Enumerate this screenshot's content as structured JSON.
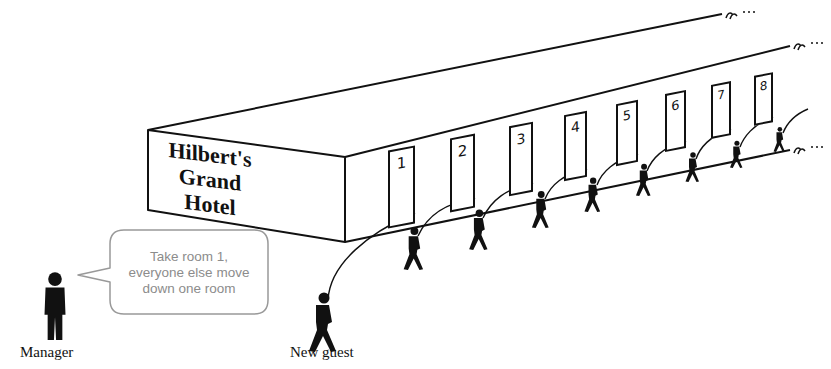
{
  "diagram": {
    "nodes": [
      {
        "text": [
          "Hilbert's Grand Hotel"
        ]
      },
      {
        "text": [
          "1"
        ]
      },
      {
        "text": [
          "2"
        ]
      },
      {
        "text": [
          "3"
        ]
      },
      {
        "text": [
          "4"
        ]
      },
      {
        "text": [
          "5"
        ]
      },
      {
        "text": [
          "6"
        ]
      },
      {
        "text": [
          "7"
        ]
      },
      {
        "text": [
          "8"
        ]
      },
      {
        "text": [
          "Take room 1, everyone else move down one room"
        ]
      }
    ],
    "labels": [
      "Manager",
      "New guest"
    ]
  }
}
